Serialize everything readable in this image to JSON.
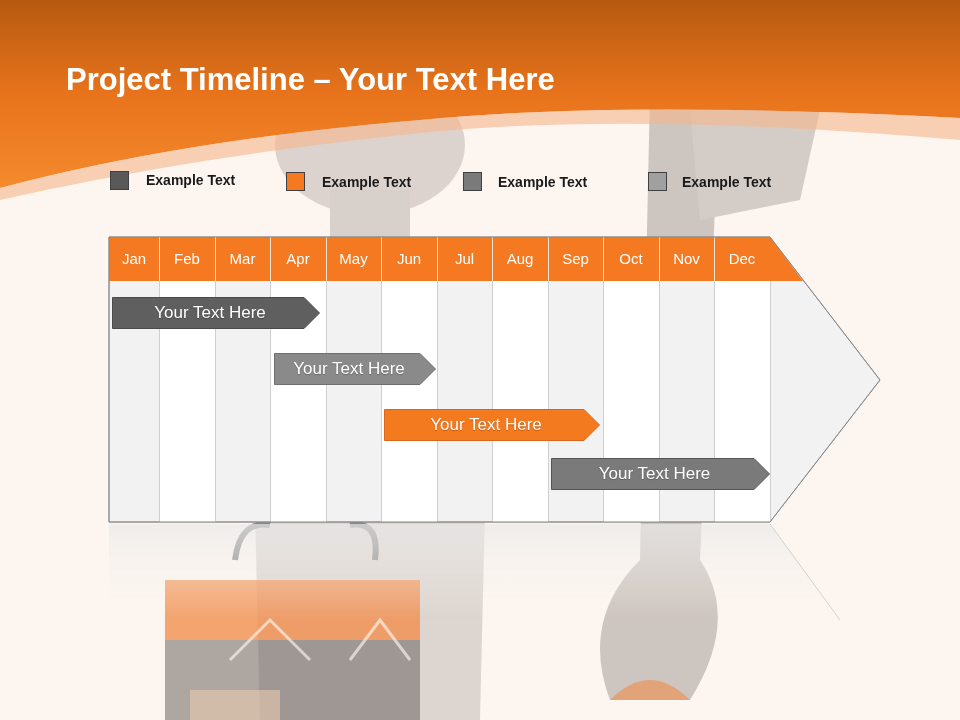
{
  "diagram": {
    "title": "Project Timeline – Your Text Here",
    "nodes": [
      {
        "text": [
          "Your Text Here"
        ]
      },
      {
        "text": [
          "Your Text Here"
        ]
      },
      {
        "text": [
          "Your Text Here"
        ]
      },
      {
        "text": [
          "Your Text Here"
        ]
      }
    ],
    "labels": [
      "Jan",
      "Feb",
      "Mar",
      "Apr",
      "May",
      "Jun",
      "Jul",
      "Aug",
      "Sep",
      "Oct",
      "Nov",
      "Dec"
    ],
    "legend": [
      {
        "text": "Example Text",
        "color": "#595959"
      },
      {
        "text": "Example Text",
        "color": "#f47920"
      },
      {
        "text": "Example Text",
        "color": "#7a7a7a"
      },
      {
        "text": "Example Text",
        "color": "#a0a0a0"
      }
    ]
  }
}
